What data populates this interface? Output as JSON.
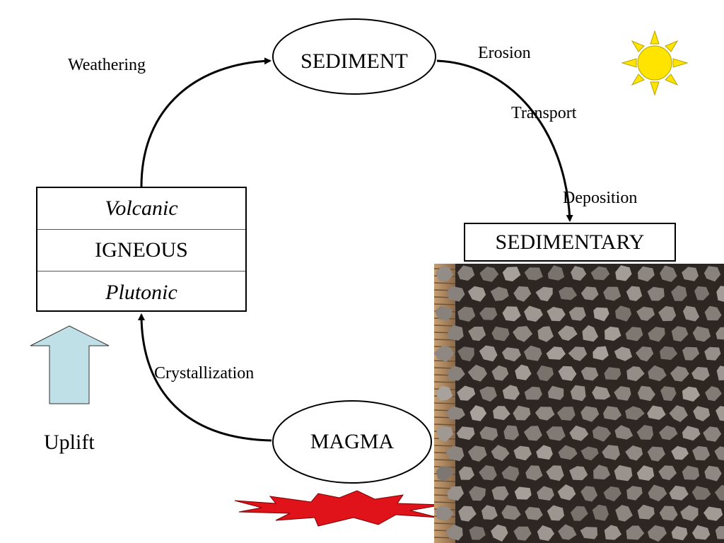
{
  "nodes": {
    "sediment": "SEDIMENT",
    "magma": "MAGMA",
    "sedimentary": "SEDIMENTARY",
    "igneous": {
      "top": "Volcanic",
      "middle": "IGNEOUS",
      "bottom": "Plutonic"
    }
  },
  "processes": {
    "weathering": "Weathering",
    "erosion": "Erosion",
    "transport": "Transport",
    "deposition": "Deposition",
    "crystallization": "Crystallization",
    "uplift": "Uplift"
  },
  "colors": {
    "sun_fill": "#FFE400",
    "sun_stroke": "#B8A200",
    "uplift_arrow_fill": "#BEE0E6",
    "heat_fill": "#E0131B",
    "mud_base": "#8E8580",
    "mud_crack": "#2E2622",
    "cliff": "#B58F66"
  },
  "icons": [
    "sun-icon",
    "uplift-arrow-icon",
    "heat-burst-icon",
    "dried-mud-photo"
  ]
}
